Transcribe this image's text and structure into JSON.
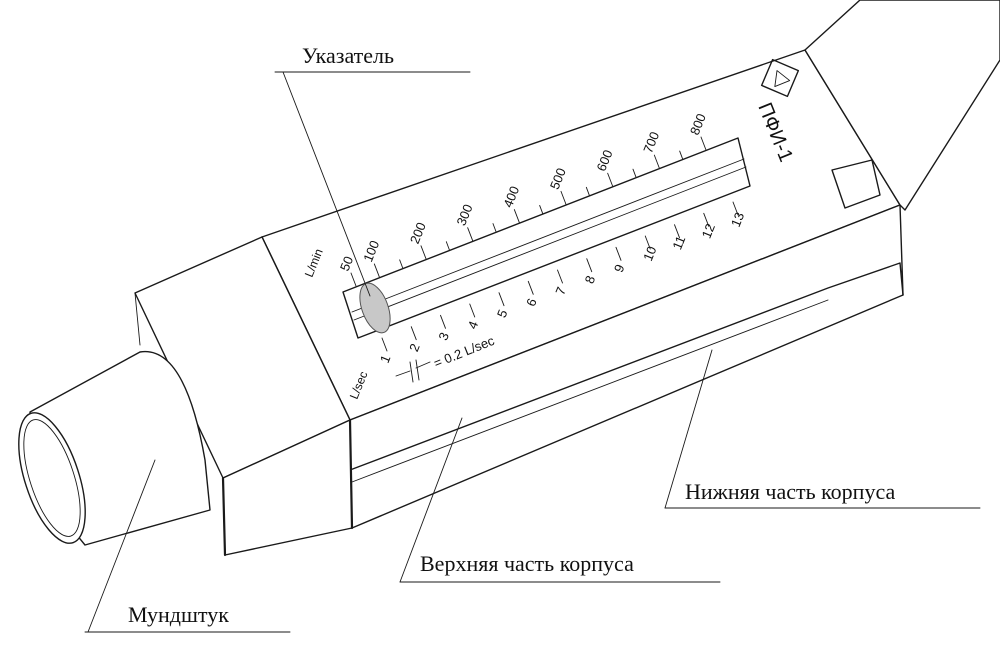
{
  "model": "ПФИ-1",
  "callouts": {
    "pointer": "Указатель",
    "mouthpiece": "Мундштук",
    "upper_body": "Верхняя часть корпуса",
    "lower_body": "Нижняя часть корпуса"
  },
  "scale_lpm": {
    "unit": "L/min",
    "labels": [
      "50",
      "100",
      "200",
      "300",
      "400",
      "500",
      "600",
      "700",
      "800"
    ],
    "values": [
      50,
      100,
      200,
      300,
      400,
      500,
      600,
      700,
      800
    ]
  },
  "scale_lps": {
    "unit": "L/sec",
    "labels": [
      "1",
      "2",
      "3",
      "4",
      "5",
      "6",
      "7",
      "8",
      "9",
      "10",
      "11",
      "12",
      "13"
    ],
    "values": [
      1,
      2,
      3,
      4,
      5,
      6,
      7,
      8,
      9,
      10,
      11,
      12,
      13
    ],
    "division_note": "= 0.2 L/sec"
  },
  "colors": {
    "ink": "#1a1a1a",
    "pointer_fill": "#c8c8c8",
    "background": "#ffffff"
  }
}
